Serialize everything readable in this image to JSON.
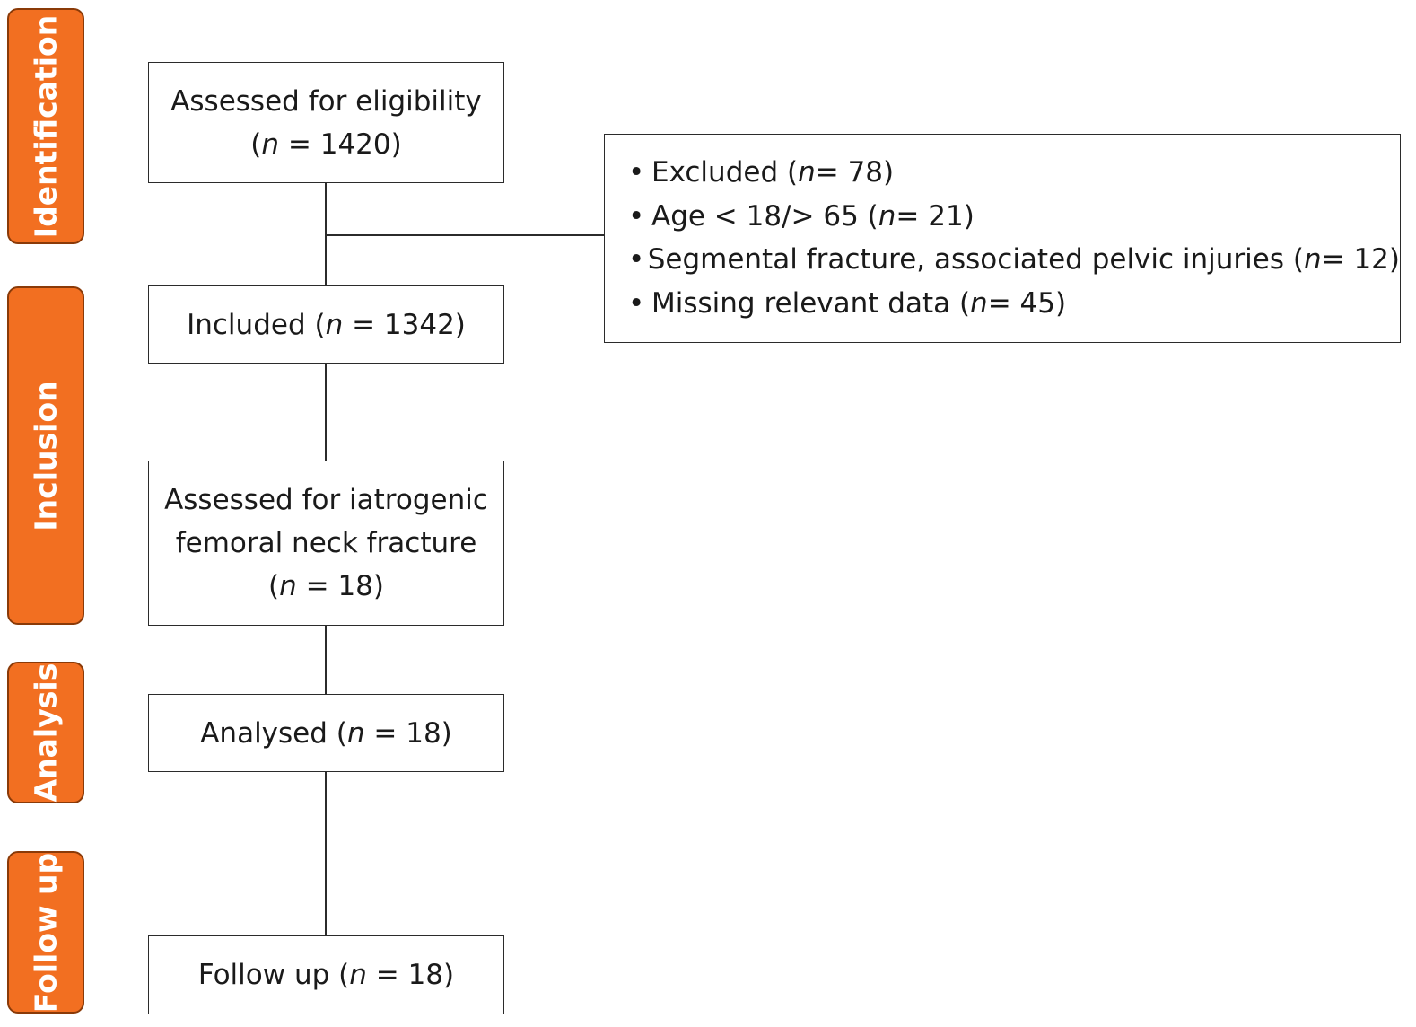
{
  "colors": {
    "stage": "#f26f21",
    "stage_border": "#8a3a08",
    "box_border": "#2b2b2b"
  },
  "stages": {
    "identification": "Identification",
    "inclusion": "Inclusion",
    "analysis": "Analysis",
    "follow_up": "Follow up"
  },
  "n_symbol": "n",
  "boxes": {
    "assessed": {
      "text": "Assessed for eligibility",
      "paren_open": "(",
      "count": " = 1420)"
    },
    "included": {
      "text": "Included (",
      "count": " = 1342)"
    },
    "iatrogenic": {
      "line1": "Assessed for iatrogenic",
      "line2": "femoral neck fracture",
      "paren_open": "(",
      "count": " = 18)"
    },
    "analysed": {
      "text": "Analysed (",
      "count": " = 18)"
    },
    "follow_up": {
      "text": "Follow up (",
      "count": " = 18)"
    }
  },
  "exclusions": [
    {
      "bullet": "•",
      "text": "Excluded (",
      "count": " = 78)"
    },
    {
      "bullet": "•",
      "text": "Age < 18/> 65 (",
      "count": " = 21)"
    },
    {
      "bullet": "•",
      "text": "Segmental fracture, associated pelvic injuries (",
      "count": " = 12)"
    },
    {
      "bullet": "•",
      "text": "Missing relevant data (",
      "count": " = 45)"
    }
  ]
}
